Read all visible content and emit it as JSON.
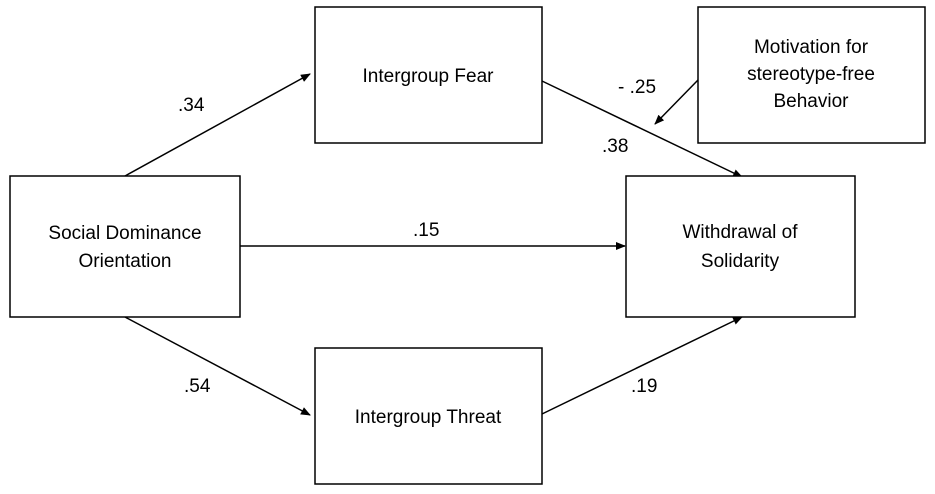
{
  "nodes": {
    "sdo": {
      "lines": [
        "Social Dominance",
        "Orientation"
      ]
    },
    "fear": {
      "lines": [
        "Intergroup Fear"
      ]
    },
    "threat": {
      "lines": [
        "Intergroup Threat"
      ]
    },
    "withdrawal": {
      "lines": [
        "Withdrawal of",
        "Solidarity"
      ]
    },
    "motivation": {
      "lines": [
        "Motivation for",
        "stereotype-free",
        "Behavior"
      ]
    }
  },
  "edges": {
    "sdo_fear": ".34",
    "sdo_withdrawal": ".15",
    "sdo_threat": ".54",
    "fear_withdrawal": ".38",
    "threat_withdrawal": ".19",
    "motivation_moderation": "- .25"
  },
  "colors": {
    "stroke": "#000000",
    "background": "#ffffff",
    "text": "#000000"
  }
}
